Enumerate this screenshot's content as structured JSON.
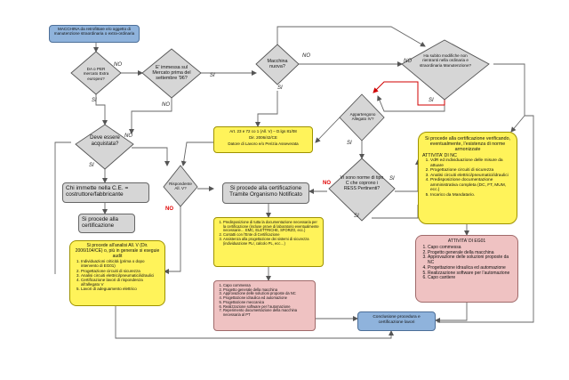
{
  "start": {
    "text": "MACCHINA da retrofittare e/o oggetto di manutenzione straordinaria o extra-ordinaria"
  },
  "decisions": {
    "ue": "DA o PER mercato Extra europeo?",
    "mercato": "E' immessa sul Mercato prima del settembre '96?",
    "nuova": "Macchina nuova?",
    "modifiche": "Ha subito modifiche non rientranti nella ordinaria e straordinaria Manutenzione?",
    "allegato": "Appartengono Allegato IV?",
    "acquistate": "Deve essere acquistata?",
    "rispondente": "Rispondente All. V?",
    "norme": "Vi sono norme di tipo C che coprono i RESS Pertinenti?"
  },
  "labels": {
    "no": "NO",
    "si": "SI"
  },
  "boxes": {
    "chi_immette": "Chi immette nella C.E. = costruttore/fabbricante",
    "certificazione_left": "Si procede alla certificazione",
    "art23": "Art. 23 e 72 co 1 (All. V) – D.lgs 81/08",
    "dir": "Dir. 2006/42/CE",
    "datore": "Datore di Lavoro e/o Perizia Asseverata",
    "organismo_line1": "Si procede alla certificazione",
    "organismo_line2": "Tramite Organismo Notificato",
    "conclusione": "Conclusione procedura e certificazione lavori"
  },
  "analisi": {
    "header": "Si procede all’analisi All. V (Dir. 2006/104/CE) o, più in generale si eseguie audit",
    "items": [
      "Individuazioni criticità (prima o dopo intervento di EG01)",
      "Progettazione circuiti di sicurezza",
      "Analisi circuiti elettrici/pneumatici/idraulici",
      "Certificazione lavori di rispondenza all’allegato V",
      "Lavori di adeguamento elettrico"
    ]
  },
  "predisposizione": {
    "items": [
      "Predisposizione di tutta la documentazione necessaria per la certificazione (incluse prove di laboratorio eventualmente necessarie… EMC, ELETTRICHE, SFORZO, ecc.)",
      "Contatti con l’Ente di Certificazione",
      "Assistenza alla progettazione dei sistemi di sicurezza (individuazione PLr, calcolo PL, ecc…)"
    ]
  },
  "capo_left": {
    "items": [
      "Capo commessa",
      "Progetto generale della macchina",
      "Approvazione delle soluzioni proposte da NC",
      "Progettazione idraulica ed automazione",
      "Progettazione meccanica",
      "Realizzazione software per l’automazione",
      "Reperimento documentazione della macchina necessaria al PT"
    ]
  },
  "attivita_nc": {
    "header": "Si procede alla certificazione verificando, eventualmente, l’esistenza di norme armonizzate",
    "subheader": "ATTIVITA’ DI NC",
    "items": [
      "VdR ed individuazione delle misure da attuare",
      "Progettazione circuiti di sicurezza",
      "Analisi circuiti elettrici/pneumatici/idraulici",
      "Predisposizione documentazione amministrativa completa (DC, FT, MUM, ecc.)",
      "Incarico da Mandatario."
    ]
  },
  "attivita_eg01": {
    "header": "ATTIVITA’ DI EG01",
    "items": [
      "Capo commessa",
      "Progetto generale della macchina",
      "Approvazione delle soluzioni proposte da NC",
      "Progettazione idraulica ed automazione",
      "Realizzazione software per l’automazione",
      "Capo cantiere"
    ]
  }
}
